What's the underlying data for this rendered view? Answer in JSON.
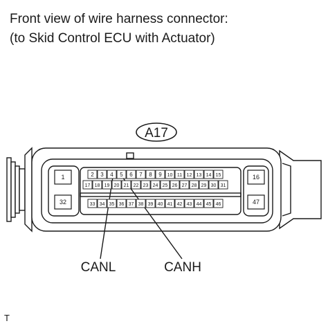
{
  "caption": {
    "line1": "Front view of wire harness connector:",
    "line2": "(to Skid Control ECU with Actuator)"
  },
  "connector_code": "A17",
  "corner_pins": {
    "top_left": "1",
    "bottom_left": "32",
    "top_right": "16",
    "bottom_right": "47"
  },
  "pin_rows": [
    [
      "2",
      "3",
      "4",
      "5",
      "6",
      "7",
      "8",
      "9",
      "10",
      "11",
      "12",
      "13",
      "14",
      "15"
    ],
    [
      "17",
      "18",
      "19",
      "20",
      "21",
      "22",
      "23",
      "24",
      "25",
      "26",
      "27",
      "28",
      "29",
      "30",
      "31"
    ],
    [
      "33",
      "34",
      "35",
      "36",
      "37",
      "38",
      "39",
      "40",
      "41",
      "42",
      "43",
      "44",
      "45",
      "46"
    ]
  ],
  "callouts": [
    {
      "label": "CANL",
      "pin": "4"
    },
    {
      "label": "CANH",
      "pin": "5"
    }
  ],
  "footer_mark": "T",
  "colors": {
    "line": "#1a1a1a",
    "background": "#ffffff"
  }
}
